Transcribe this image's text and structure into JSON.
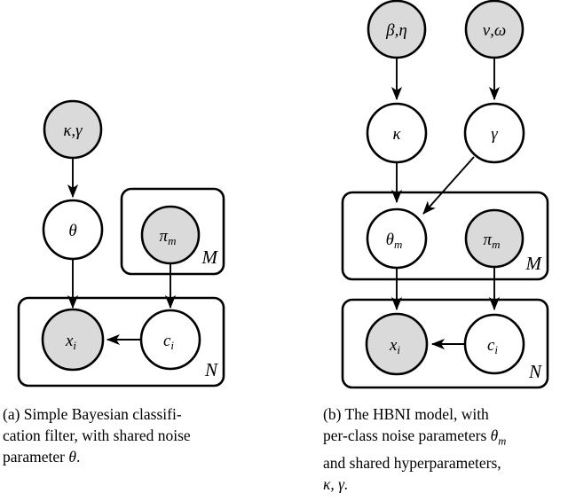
{
  "figure": {
    "background_color": "#ffffff",
    "observed_node_color": "#dadada",
    "latent_node_color": "#ffffff",
    "stroke_color": "#000000"
  },
  "panel_a": {
    "nodes": {
      "kappa_gamma": "κ,γ",
      "theta": "θ",
      "pi_m_base": "π",
      "pi_m_sub": "m",
      "x_i_base": "x",
      "x_i_sub": "i",
      "c_i_base": "c",
      "c_i_sub": "i"
    },
    "plates": {
      "m_label": "M",
      "n_label": "N"
    }
  },
  "panel_b": {
    "nodes": {
      "beta_eta": "β,η",
      "nu_omega": "ν,ω",
      "kappa": "κ",
      "gamma": "γ",
      "theta_m_base": "θ",
      "theta_m_sub": "m",
      "pi_m_base": "π",
      "pi_m_sub": "m",
      "x_i_base": "x",
      "x_i_sub": "i",
      "c_i_base": "c",
      "c_i_sub": "i"
    },
    "plates": {
      "m_label": "M",
      "n_label": "N"
    }
  },
  "captions": {
    "a_line1": "(a) Simple Bayesian classifi-",
    "a_line2": "cation filter, with shared noise",
    "a_line3_pre": "parameter ",
    "a_line3_sym": "θ",
    "a_line3_post": ".",
    "b_line1": "(b) The HBNI model, with",
    "b_line2_pre": "per-class noise parameters ",
    "b_line2_sym": "θ",
    "b_line2_sub": "m",
    "b_line3": "and shared hyperparameters,",
    "b_line4": "κ, γ."
  }
}
